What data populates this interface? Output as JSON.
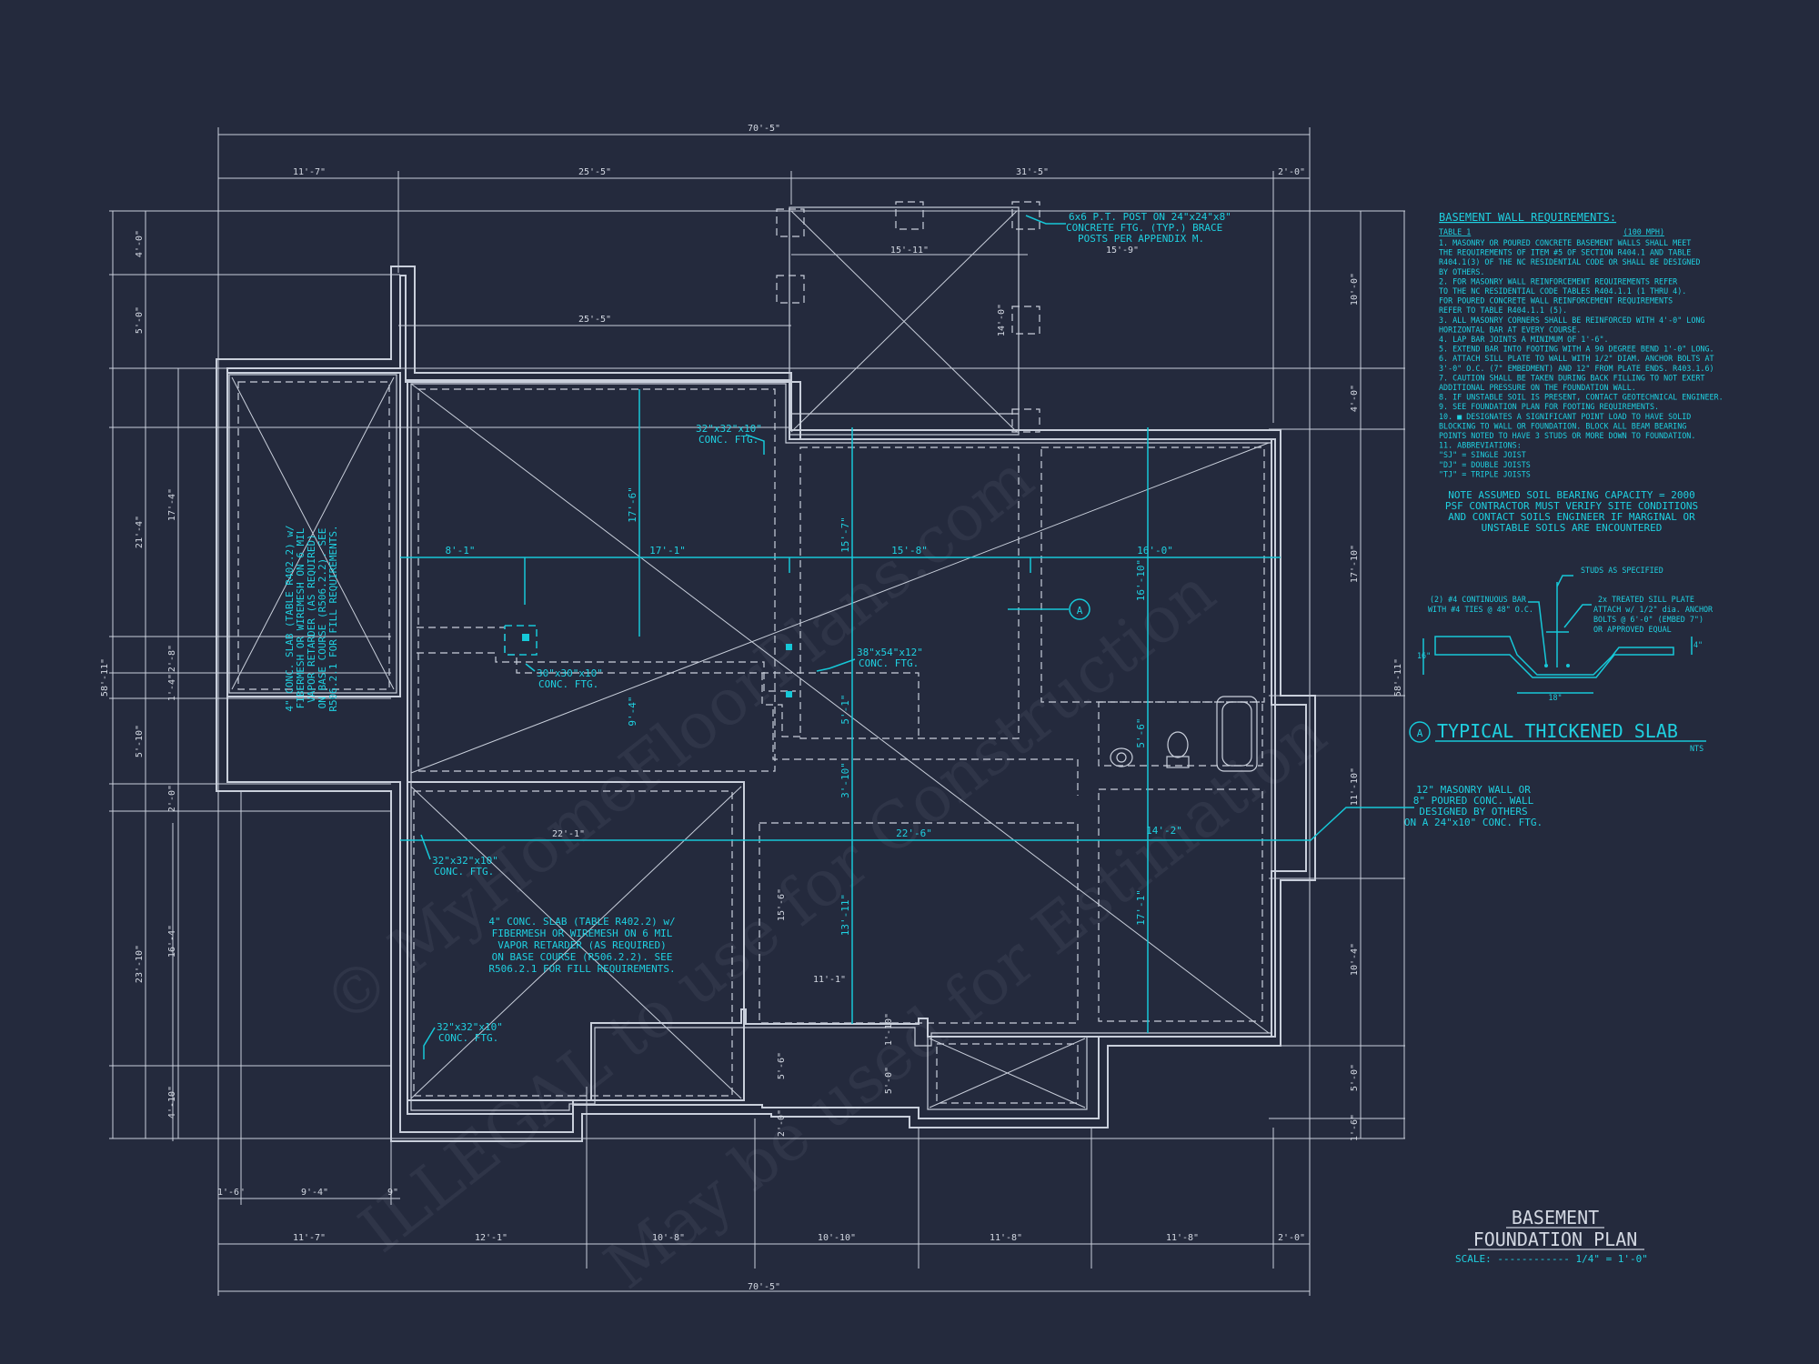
{
  "title": {
    "line1": "BASEMENT",
    "line2": "FOUNDATION PLAN",
    "scale_label": "SCALE: ------------ 1/4\" = 1'-0\""
  },
  "watermark": {
    "line1": "© MyHomeFloorPlans.com",
    "line2": "ILLEGAL to use for Construction",
    "line3": "May be used for Estimation"
  },
  "wall_requirements": {
    "heading": "BASEMENT WALL REQUIREMENTS:",
    "table": "TABLE 1",
    "wind": "(100 MPH)",
    "lines": [
      "1. MASONRY OR POURED CONCRETE BASEMENT WALLS SHALL MEET",
      "   THE REQUIREMENTS OF ITEM #5 OF SECTION R404.1 AND TABLE",
      "   R404.1(3) OF THE NC RESIDENTIAL CODE OR SHALL BE DESIGNED",
      "   BY OTHERS.",
      "2. FOR MASONRY WALL REINFORCEMENT REQUIREMENTS REFER",
      "   TO THE NC RESIDENTIAL CODE TABLES R404.1.1 (1 THRU 4).",
      "   FOR POURED CONCRETE WALL REINFORCEMENT REQUIREMENTS",
      "   REFER TO TABLE R404.1.1 (5).",
      "3. ALL MASONRY CORNERS SHALL BE REINFORCED WITH 4'-0\" LONG",
      "   HORIZONTAL BAR AT EVERY COURSE.",
      "4. LAP BAR JOINTS A MINIMUM OF 1'-6\".",
      "5. EXTEND BAR INTO FOOTING WITH A 90 DEGREE BEND 1'-0\" LONG.",
      "6. ATTACH SILL PLATE TO WALL WITH 1/2\" DIAM. ANCHOR BOLTS AT",
      "   3'-0\" O.C. (7\" EMBEDMENT) AND 12\" FROM PLATE ENDS. R403.1.6)",
      "7. CAUTION SHALL BE TAKEN DURING BACK FILLING TO NOT EXERT",
      "   ADDITIONAL PRESSURE ON THE FOUNDATION WALL.",
      "8. IF UNSTABLE SOIL IS PRESENT, CONTACT GEOTECHNICAL ENGINEER.",
      "9. SEE FOUNDATION PLAN FOR FOOTING REQUIREMENTS.",
      "10. ■ DESIGNATES A SIGNIFICANT POINT LOAD TO HAVE SOLID",
      "   BLOCKING TO WALL OR FOUNDATION. BLOCK ALL BEAM BEARING",
      "   POINTS NOTED TO HAVE 3 STUDS OR MORE DOWN TO FOUNDATION.",
      "11. ABBREVIATIONS:",
      "   \"SJ\" = SINGLE JOIST",
      "   \"DJ\" = DOUBLE JOISTS",
      "   \"TJ\" = TRIPLE JOISTS"
    ]
  },
  "soil_note": [
    "NOTE ASSUMED SOIL BEARING CAPACITY = 2000",
    "PSF CONTRACTOR MUST VERIFY SITE CONDITIONS",
    "AND CONTACT SOILS ENGINEER IF MARGINAL OR",
    "UNSTABLE SOILS ARE ENCOUNTERED"
  ],
  "slab_detail": {
    "studs": "STUDS AS SPECIFIED",
    "bar_l1": "(2) #4 CONTINUOUS BAR",
    "bar_l2": "WITH #4 TIES @ 48\" O.C.",
    "sill_l1": "2x TREATED SILL PLATE",
    "sill_l2": "ATTACH w/ 1/2\" dia. ANCHOR",
    "sill_l3": "BOLTS @ 6'-0\" (EMBED 7\")",
    "sill_l4": "OR APPROVED EQUAL",
    "dim_depth": "16\"",
    "dim_slab": "4\"",
    "dim_width": "18\"",
    "marker": "A",
    "title": "TYPICAL THICKENED SLAB",
    "nts": "NTS"
  },
  "masonry_note": [
    "12\" MASONRY WALL OR",
    "8\" POURED CONC. WALL",
    "DESIGNED BY OTHERS",
    "ON A 24\"x10\" CONC. FTG."
  ],
  "post_note": [
    "6x6 P.T. POST ON 24\"x24\"x8\"",
    "CONCRETE FTG. (TYP.) BRACE",
    "POSTS PER APPENDIX M."
  ],
  "slab_note_left": [
    "4\" CONC. SLAB (TABLE R402.2) w/",
    "FIBERMESH OR WIREMESH ON 6 MIL",
    "VAPOR RETARDER (AS REQUIRED)",
    "ON BASE COURSE (R506.2.2). SEE",
    "R506.2.1 FOR FILL REQUIREMENTS."
  ],
  "slab_note_center": [
    "4\" CONC. SLAB (TABLE R402.2) w/",
    "FIBERMESH OR WIREMESH ON 6 MIL",
    "VAPOR RETARDER (AS REQUIRED)",
    "ON BASE COURSE (R506.2.2). SEE",
    "R506.2.1 FOR FILL REQUIREMENTS."
  ],
  "footing_labels": {
    "f1": [
      "32\"x32\"x10\"",
      "CONC. FTG."
    ],
    "f2": [
      "30\"x30\"x10\"",
      "CONC. FTG."
    ],
    "f3": [
      "38\"x54\"x12\"",
      "CONC. FTG."
    ],
    "f4": [
      "32\"x32\"x10\"",
      "CONC. FTG."
    ],
    "f5": [
      "32\"x32\"x10\"",
      "CONC. FTG."
    ]
  },
  "section_marker": "A",
  "dims_top": {
    "overall": "70'-5\"",
    "seg1": "11'-7\"",
    "seg2": "25'-5\"",
    "seg3": "31'-5\"",
    "seg4": "2'-0\"",
    "inner1": "15'-11\"",
    "inner2": "15'-9\"",
    "inner3": "25'-5\""
  },
  "dims_bottom": {
    "overall": "70'-5\"",
    "s1": "11'-7\"",
    "s2": "12'-1\"",
    "s3": "10'-8\"",
    "s4": "10'-10\"",
    "s5": "11'-8\"",
    "s6": "11'-8\"",
    "s7": "2'-0\"",
    "a1": "1'-6\"",
    "a2": "9'-4\"",
    "a3": "9\""
  },
  "dims_left": {
    "overall": "58'-11\"",
    "l1": "4'-0\"",
    "l2": "5'-0\"",
    "l3": "17'-4\"",
    "l4": "21'-4\"",
    "l5": "2'-8\"",
    "l6": "1'-4\"",
    "l7": "5'-10\"",
    "l8": "2'-0\"",
    "l9": "16'-4\"",
    "l10": "23'-10\"",
    "l11": "4'-10\""
  },
  "dims_right": {
    "overall": "58'-11\"",
    "r1": "10'-0\"",
    "r2": "4'-0\"",
    "r3": "17'-10\"",
    "r4": "11'-10\"",
    "r5": "10'-4\"",
    "r6": "5'-0\"",
    "r7": "1'-6\""
  },
  "dims_interior": {
    "h1": "8'-1\"",
    "h2": "17'-1\"",
    "h3": "15'-8\"",
    "h4": "16'-0\"",
    "h5": "22'-1\"",
    "h6": "22'-6\"",
    "h7": "14'-2\"",
    "h8": "11'-1\"",
    "v1": "17'-6\"",
    "v2": "15'-7\"",
    "v3": "16'-10\"",
    "v4": "9'-4\"",
    "v5": "5'-1\"",
    "v6": "3'-10\"",
    "v7": "5'-6\"",
    "v8": "13'-11\"",
    "v9": "17'-1\"",
    "v10": "14'-0\"",
    "v11": "15'-6\"",
    "v12": "5'-6\"",
    "v13": "2'-0\"",
    "v14": "1'-10\"",
    "v15": "5'-0\""
  }
}
